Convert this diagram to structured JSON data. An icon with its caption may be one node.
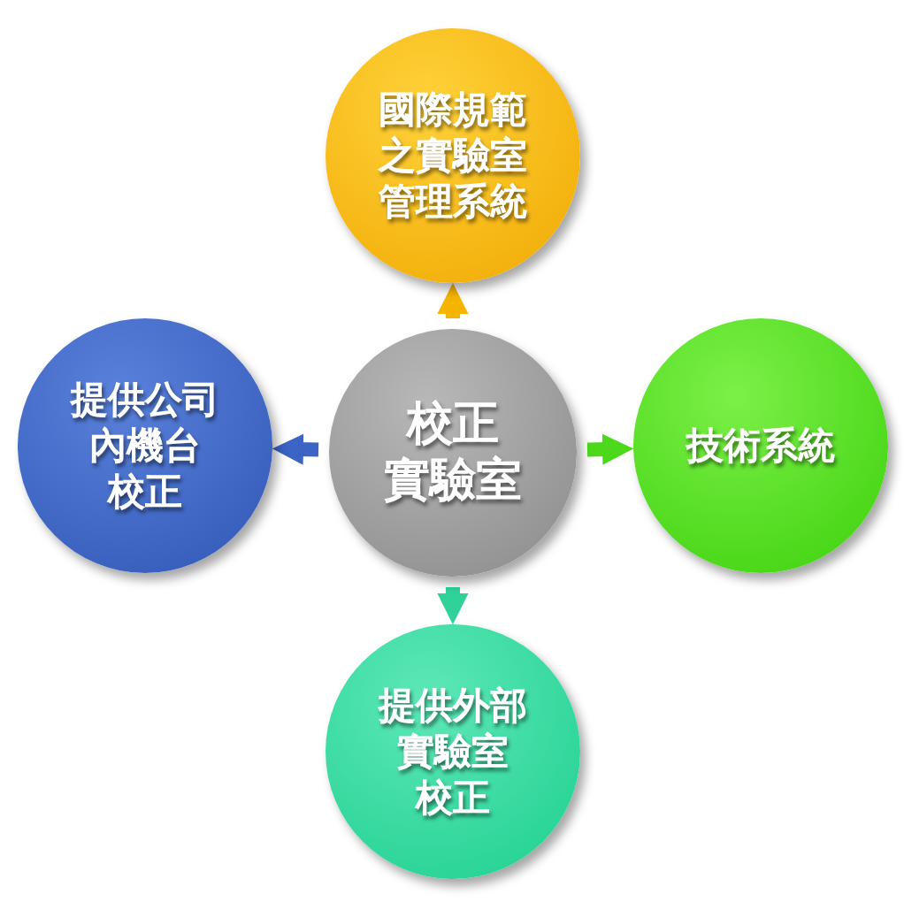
{
  "diagram": {
    "nodes": [
      {
        "text": [
          "校正實驗室"
        ]
      },
      {
        "text": [
          "國際規範之實驗室管理系統"
        ]
      },
      {
        "text": [
          "技術系統"
        ]
      },
      {
        "text": [
          "提供外部實驗室校正"
        ]
      },
      {
        "text": [
          "提供公司內機台校正"
        ]
      }
    ],
    "edges": [
      {
        "from": 0,
        "to": 1,
        "arrow": "to",
        "color": "#f5b400"
      },
      {
        "from": 0,
        "to": 2,
        "arrow": "to",
        "color": "#4cd91c"
      },
      {
        "from": 0,
        "to": 3,
        "arrow": "to",
        "color": "#2fd39a"
      },
      {
        "from": 0,
        "to": 4,
        "arrow": "to",
        "color": "#3b64c4"
      }
    ]
  }
}
